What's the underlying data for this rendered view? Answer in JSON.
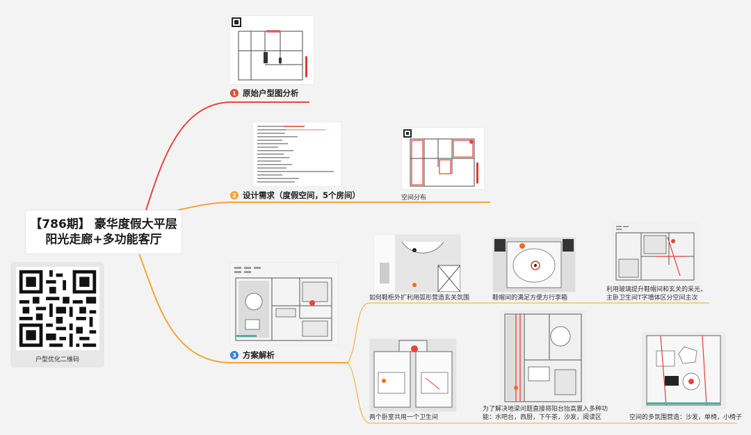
{
  "root": {
    "title_line1": "【786期】 豪华度假大平层",
    "title_line2": "阳光走廊+多功能客厅"
  },
  "qr": {
    "caption": "户型优化二维码"
  },
  "branches": [
    {
      "number": "1",
      "label": "原始户型图分析",
      "color": "#e8443a"
    },
    {
      "number": "2",
      "label": "设计需求（度假空间，5个房间）",
      "color": "#f2a533"
    },
    {
      "number": "3",
      "label": "方案解析",
      "color": "#3b7fd9"
    }
  ],
  "branch2_image_caption": "空间分布",
  "plan_captions": [
    "如何鞋柜外扩利用弧形营造玄关氛围",
    "鞋帽间的满足方便方行李箱",
    "利用玻璃提升鞋帽间和玄关的采光，",
    "主卧卫生间T字墙体区分空间主次",
    "两个卧室共用一个卫生间",
    "为了解决地梁问题直接将阳台抬高置入多种功",
    "能：水吧台，西厨，下午茶，沙发，阅读区",
    "空间的多氛围营造：沙发，单椅，小椅子"
  ],
  "colors": {
    "red": "#e8443a",
    "orange": "#f2a533",
    "line_orange": "#f5b748"
  }
}
